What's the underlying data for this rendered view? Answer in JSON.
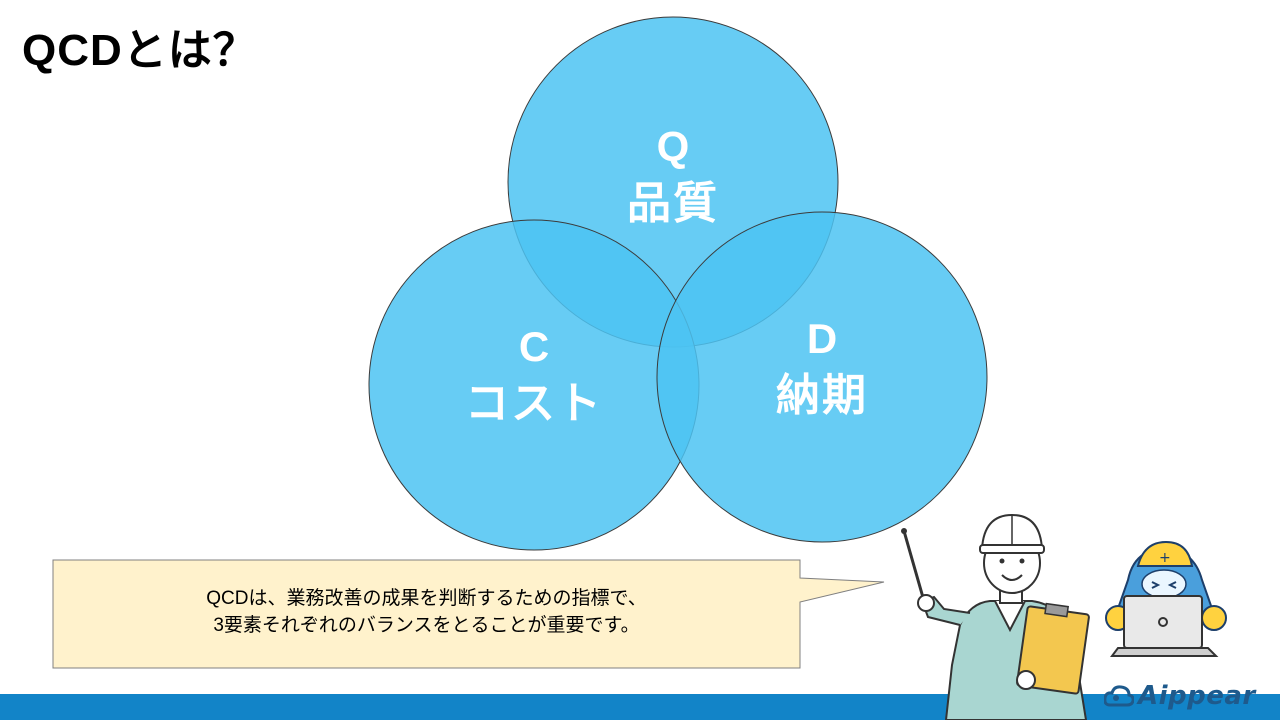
{
  "title": "QCDとは？",
  "venn": {
    "q": {
      "letter": "Q",
      "word": "品質"
    },
    "c": {
      "letter": "C",
      "word": "コスト"
    },
    "d": {
      "letter": "D",
      "word": "納期"
    },
    "colors": {
      "fill": "#4cc3f2",
      "stroke": "#3b3b3b"
    }
  },
  "callout": {
    "lines": [
      "QCDは、業務改善の成果を判断するための指標で、",
      "3要素それぞれのバランスをとることが重要です。"
    ],
    "colors": {
      "fill": "#fff2cc",
      "stroke": "#808080"
    }
  },
  "footer": {
    "logo_text": "Aippear",
    "colors": {
      "bar": "#1284c8",
      "logo": "#1e5a8c"
    }
  },
  "icons": {
    "worker": "construction-worker-pointer-illustration",
    "mascot": "mascot-laptop-illustration"
  }
}
